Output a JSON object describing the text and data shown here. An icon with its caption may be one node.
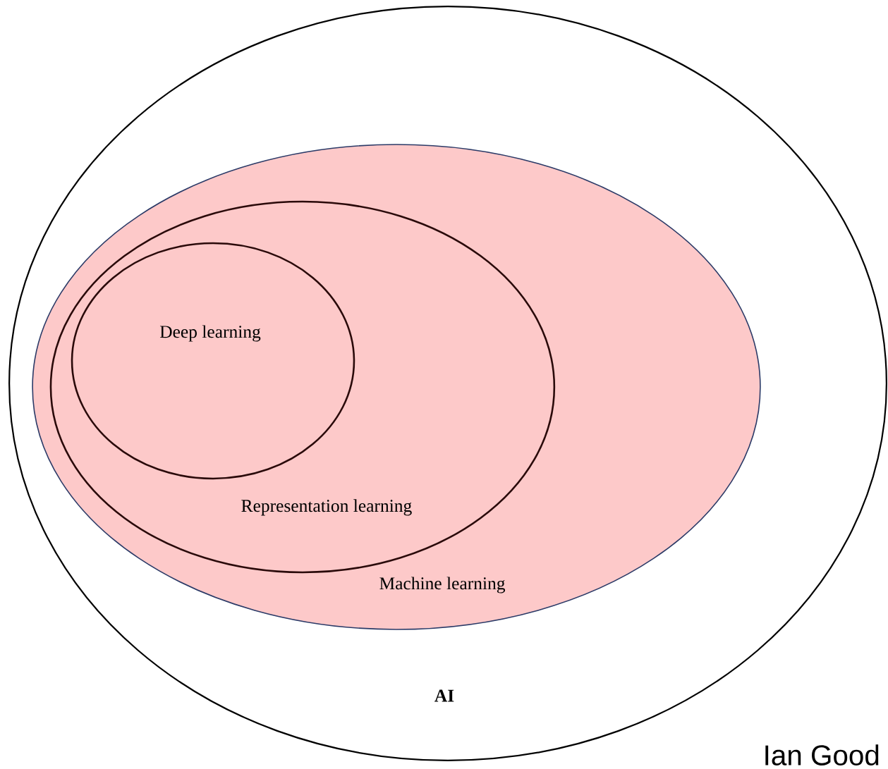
{
  "diagram": {
    "nodes": [
      {
        "text": [
          "AI"
        ]
      },
      {
        "text": [
          "Machine learning"
        ],
        "in": 0
      },
      {
        "text": [
          "Representation learning"
        ],
        "in": 1
      },
      {
        "text": [
          "Deep learning"
        ],
        "in": 2
      }
    ],
    "labels": [
      "Ian Good"
    ]
  }
}
